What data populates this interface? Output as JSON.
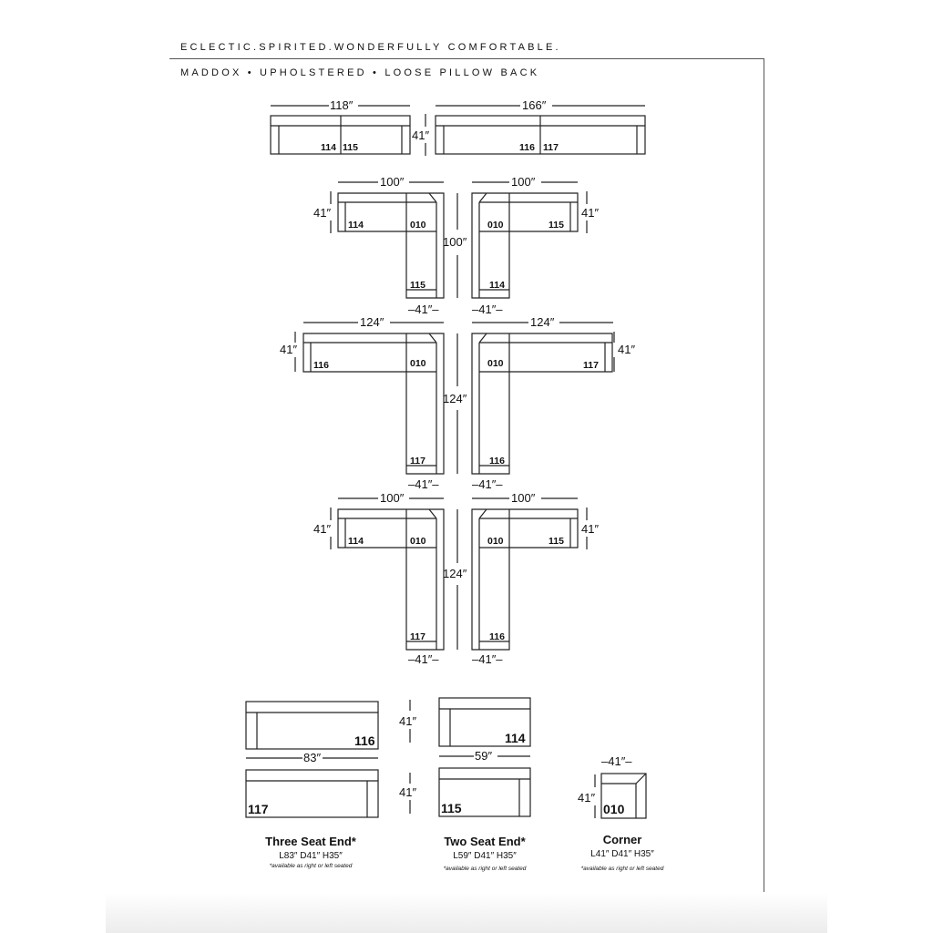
{
  "header": {
    "tagline": "ECLECTIC.SPIRITED.WONDERFULLY COMFORTABLE.",
    "product": "MADDOX • UPHOLSTERED • LOOSE PILLOW BACK"
  },
  "dims": {
    "d118": "118″",
    "d166": "166″",
    "d100": "100″",
    "d124": "124″",
    "d41": "41″",
    "d83": "83″",
    "d59": "59″",
    "d41dash": "–41″–"
  },
  "codes": {
    "c010": "010",
    "c114": "114",
    "c115": "115",
    "c116": "116",
    "c117": "117"
  },
  "pieces": {
    "three_seat": {
      "name": "Three Seat End*",
      "dims": "L83″ D41″ H35″",
      "note": "*available as right or left seated"
    },
    "two_seat": {
      "name": "Two Seat End*",
      "dims": "L59″ D41″ H35″",
      "note": "*available as right or left seated"
    },
    "corner": {
      "name": "Corner",
      "dims": "L41″ D41″ H35″",
      "note": "*available as right or left seated"
    }
  }
}
